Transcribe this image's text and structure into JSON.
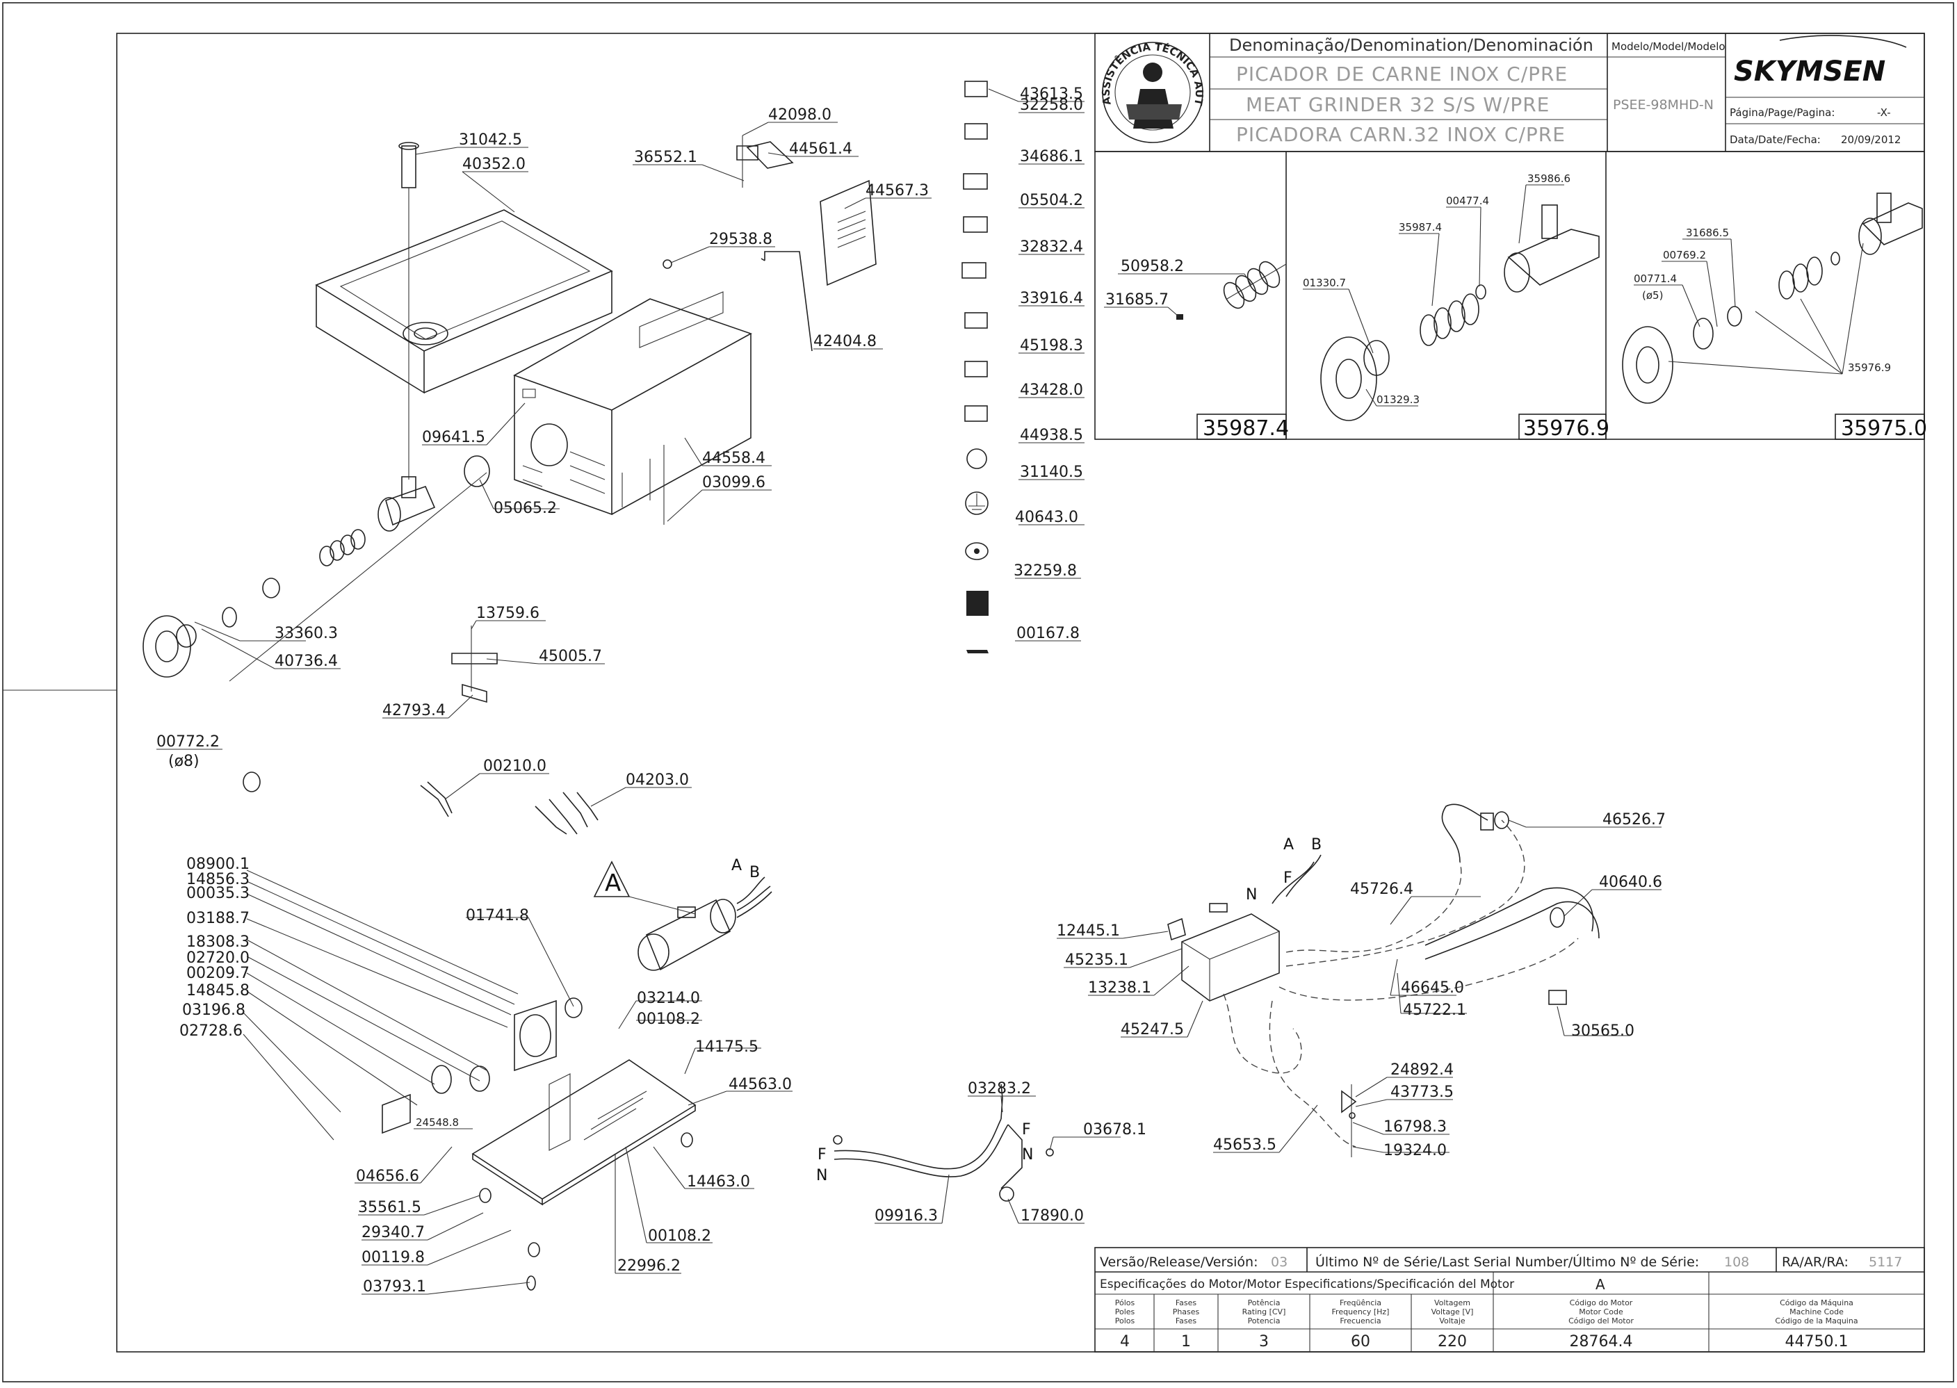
{
  "title_block": {
    "header": "Denominação/Denomination/Denominación",
    "names": [
      "PICADOR DE CARNE INOX C/PRE",
      "MEAT GRINDER 32 S/S W/PRE",
      "PICADORA CARN.32 INOX C/PRE"
    ],
    "model_label": "Modelo/Model/Modelo",
    "model_value": "PSEE-98MHD-N",
    "brand": "SKYMSEN",
    "page_label": "Página/Page/Pagina:",
    "page_value": "-X-",
    "date_label": "Data/Date/Fecha:",
    "date_value": "20/09/2012",
    "seal_text": "ASSISTÊNCIA TÉCNICA AUTORIZADA"
  },
  "details": [
    {
      "code": "35987.4",
      "parts": [
        "50958.2",
        "31685.7"
      ]
    },
    {
      "code": "35976.9",
      "parts": [
        "35986.6",
        "00477.4",
        "35987.4",
        "01330.7",
        "01329.3"
      ]
    },
    {
      "code": "35975.0",
      "parts": [
        "31686.5",
        "00769.2",
        "00771.4",
        "(ø5)",
        "35976.9"
      ]
    }
  ],
  "main_parts": [
    "31042.5",
    "40352.0",
    "42098.0",
    "36552.1",
    "44561.4",
    "44567.3",
    "29538.8",
    "42404.8",
    "09641.5",
    "44558.4",
    "03099.6",
    "05065.2",
    "33360.3",
    "40736.4",
    "13759.6",
    "45005.7",
    "42793.4",
    "00772.2",
    "(ø8)",
    "00210.0",
    "04203.0"
  ],
  "label_column": [
    "43613.5",
    "32258.0",
    "34686.1",
    "05504.2",
    "32832.4",
    "33916.4",
    "45198.3",
    "43428.0",
    "44938.5",
    "31140.5",
    "40643.0",
    "32259.8",
    "00167.8"
  ],
  "motor_parts": {
    "stack": [
      "08900.1",
      "14856.3",
      "00035.3",
      "03188.7",
      "18308.3",
      "02720.0",
      "00209.7",
      "14845.8",
      "03196.8",
      "02728.6"
    ],
    "others": [
      "01741.8",
      "03214.0",
      "00108.2",
      "14175.5",
      "44563.0",
      "24548.8",
      "04656.6",
      "14463.0",
      "35561.5",
      "29340.7",
      "00119.8",
      "03793.1",
      "00108.2",
      "22996.2"
    ],
    "motor_letter": "A",
    "wire_labels": [
      "A",
      "B"
    ]
  },
  "cable_parts": [
    "03283.2",
    "03678.1",
    "09916.3",
    "17890.0"
  ],
  "cable_letters": [
    "F",
    "N",
    "F",
    "N"
  ],
  "electrical_parts": [
    "46526.7",
    "45726.4",
    "40640.6",
    "12445.1",
    "45235.1",
    "13238.1",
    "46645.0",
    "45722.1",
    "30565.0",
    "45247.5",
    "24892.4",
    "43773.5",
    "16798.3",
    "19324.0",
    "45653.5"
  ],
  "electrical_letters": [
    "A",
    "B",
    "N",
    "F"
  ],
  "footer": {
    "version_label": "Versão/Release/Versión:",
    "version_value": "03",
    "serial_label": "Último Nº de Série/Last Serial Number/Último Nº de Série:",
    "serial_value": "108",
    "ra_label": "RA/AR/RA:",
    "ra_value": "5117",
    "motor_spec_label": "Especificações do Motor/Motor Especifications/Specificación del Motor",
    "motor_letter": "A",
    "columns": [
      {
        "head": [
          "Pólos",
          "Poles",
          "Polos"
        ],
        "value": "4"
      },
      {
        "head": [
          "Fases",
          "Phases",
          "Fases"
        ],
        "value": "1"
      },
      {
        "head": [
          "Potência",
          "Rating [CV]",
          "Potencia"
        ],
        "value": "3"
      },
      {
        "head": [
          "Freqüência",
          "Frequency [Hz]",
          "Frecuencia"
        ],
        "value": "60"
      },
      {
        "head": [
          "Voltagem",
          "Voltage [V]",
          "Voltaje"
        ],
        "value": "220"
      },
      {
        "head": [
          "Código do Motor",
          "Motor Code",
          "Código del Motor"
        ],
        "value": "28764.4"
      },
      {
        "head": [
          "Código da Máquina",
          "Machine Code",
          "Código de la Maquina"
        ],
        "value": "44750.1"
      }
    ]
  }
}
